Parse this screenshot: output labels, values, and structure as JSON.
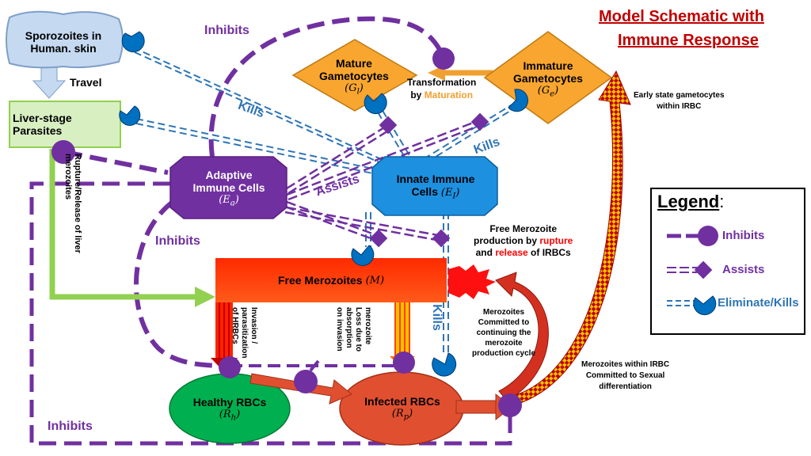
{
  "title": {
    "line1": "Model Schematic with",
    "line2": "Immune Response"
  },
  "nodes": {
    "sporozoites": {
      "line1": "Sporozoites in",
      "line2": "Human. skin"
    },
    "liver": {
      "line1": "Liver-stage",
      "line2": "Parasites"
    },
    "adaptive": {
      "line1": "Adaptive",
      "line2": "Immune Cells",
      "symbol": "(E_a)"
    },
    "innate": {
      "line1": "Innate Immune",
      "line2": "Cells",
      "symbol": "(E_I)"
    },
    "mature": {
      "line1": "Mature",
      "line2": "Gametocytes",
      "symbol": "(G_l)"
    },
    "immature": {
      "line1": "Immature",
      "line2": "Gametocytes",
      "symbol": "(G_e)"
    },
    "merozoites": {
      "label": "Free Merozoites",
      "symbol": "(M)"
    },
    "healthy": {
      "line1": "Healthy RBCs",
      "symbol": "(R_h)"
    },
    "infected": {
      "line1": "Infected RBCs",
      "symbol": "(R_p)"
    }
  },
  "labels": {
    "travel": "Travel",
    "inhibits_top": "Inhibits",
    "inhibits_mid": "Inhibits",
    "inhibits_bottom": "Inhibits",
    "kills_upper": "Kills",
    "kills_right": "Kills",
    "kills_vertical": "Kills",
    "assists": "Assists",
    "transformation_1": "Transformation",
    "transformation_2": "by",
    "transformation_3": "Maturation",
    "rupture_release": "Rupture/Release of liver merozoites",
    "invasion": "Invasion / parasitization of HRBCs",
    "merozoite_loss": "merozoite Loss due to absorption on invasion",
    "free_mero_1": "Free Merozoite",
    "free_mero_2": "production by",
    "free_mero_rupture": "rupture",
    "free_mero_3": "and",
    "free_mero_release": "release",
    "free_mero_4": "of IRBCs",
    "committed_1": "Merozoites",
    "committed_2": "Committed  to",
    "committed_3": "continuing the",
    "committed_4": "merozoite",
    "committed_5": "production cycle",
    "sexual_1": "Merozoites within IRBC",
    "sexual_2": "Committed  to Sexual",
    "sexual_3": "differentiation",
    "early_1": "Early state gametocytes",
    "early_2": "within IRBC"
  },
  "legend": {
    "title": "Legend",
    "colon": ":",
    "inhibits": "Inhibits",
    "assists": "Assists",
    "kills": "Eliminate/Kills"
  },
  "colors": {
    "purple": "#7030A0",
    "kills_blue": "#2E75B6",
    "pac_blue": "#0070C0",
    "title_red": "#C00000",
    "orange": "#F0A030",
    "merozoite_red": "#FF3300",
    "healthy_green": "#00B050",
    "infected_red": "#E05030",
    "liver_green": "#92D050"
  }
}
